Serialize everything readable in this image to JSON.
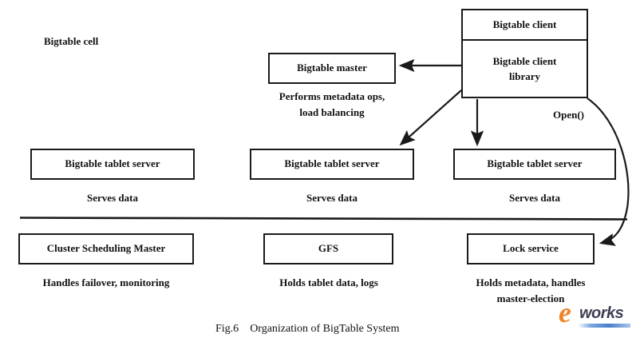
{
  "figure": {
    "title_prefix": "Fig.6",
    "title": "Organization of BigTable System",
    "cell_label": "Bigtable cell"
  },
  "nodes": {
    "client": {
      "top_label": "Bigtable client",
      "bottom_label_line1": "Bigtable client",
      "bottom_label_line2": "library"
    },
    "master": {
      "label": "Bigtable master",
      "caption": "Performs metadata ops,\nload balancing"
    },
    "tablet_server_left": {
      "label": "Bigtable tablet server",
      "caption": "Serves data"
    },
    "tablet_server_middle": {
      "label": "Bigtable tablet server",
      "caption": "Serves data"
    },
    "tablet_server_right": {
      "label": "Bigtable tablet server",
      "caption": "Serves data"
    },
    "cluster_scheduler": {
      "label": "Cluster Scheduling Master",
      "caption": "Handles failover, monitoring"
    },
    "gfs": {
      "label": "GFS",
      "caption": "Holds tablet data, logs"
    },
    "lock_service": {
      "label": "Lock service",
      "caption": "Holds metadata, handles\nmaster-election"
    }
  },
  "edges": {
    "open_call_label": "Open()"
  },
  "logo": {
    "mark": "e",
    "word": "works"
  },
  "colors": {
    "ink": "#111111",
    "stroke": "#1a1a1a",
    "page": "#ffffff",
    "logo_orange": "#f08325",
    "logo_navy": "#3c3f52",
    "logo_bar_blue": "#4a7fc8"
  }
}
